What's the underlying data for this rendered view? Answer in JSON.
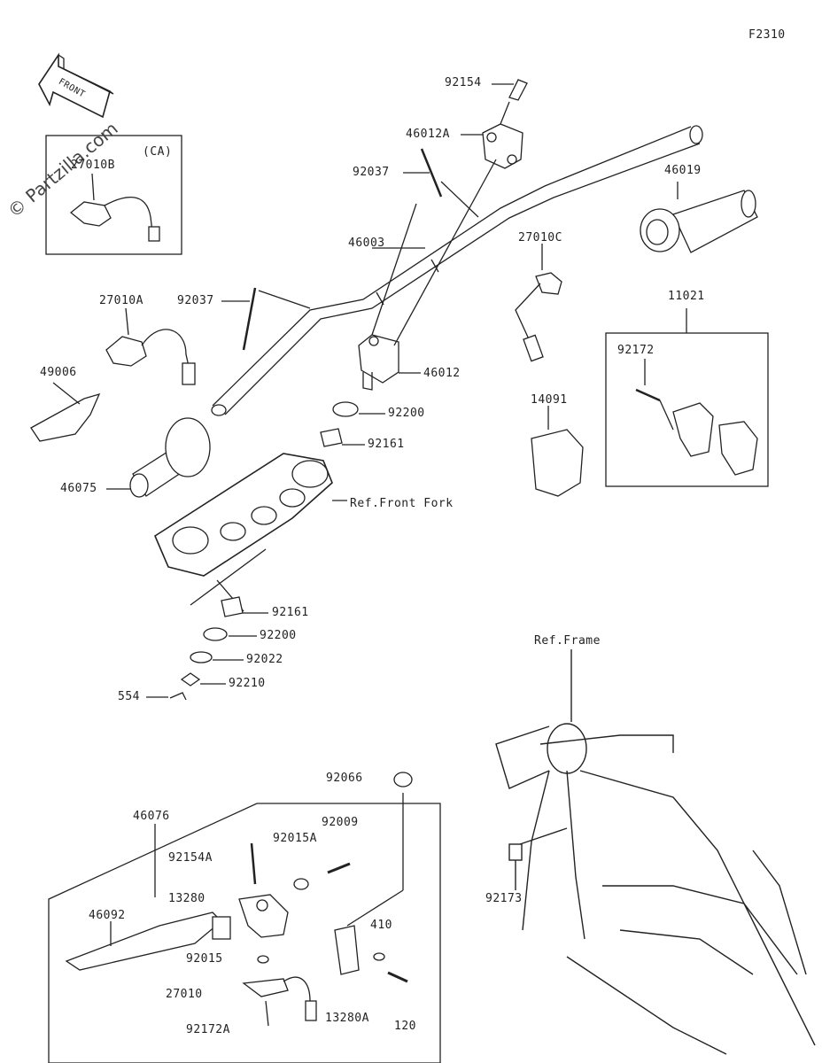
{
  "diagram": {
    "figure_id": "F2310",
    "direction_sign": "FRONT",
    "watermark": "© Partzilla.com",
    "region_note": "(CA)",
    "labels": {
      "p92154": "92154",
      "p46012A": "46012A",
      "p92037a": "92037",
      "p27010B": "27010B",
      "p46019": "46019",
      "p46003": "46003",
      "p27010C": "27010C",
      "p27010A": "27010A",
      "p92037b": "92037",
      "p11021": "11021",
      "p92172": "92172",
      "p49006": "49006",
      "p46012": "46012",
      "p92200a": "92200",
      "p14091": "14091",
      "p92161a": "92161",
      "p46075": "46075",
      "refFork": "Ref.Front Fork",
      "p92161b": "92161",
      "p92200b": "92200",
      "p92022": "92022",
      "p92210": "92210",
      "p554": "554",
      "refFrame": "Ref.Frame",
      "p92066": "92066",
      "p46076": "46076",
      "p92009": "92009",
      "p92015A": "92015A",
      "p92154A": "92154A",
      "p92173": "92173",
      "p13280": "13280",
      "p46092": "46092",
      "p410": "410",
      "p92015": "92015",
      "p27010": "27010",
      "p13280A": "13280A",
      "p120": "120",
      "p92172A": "92172A"
    }
  }
}
